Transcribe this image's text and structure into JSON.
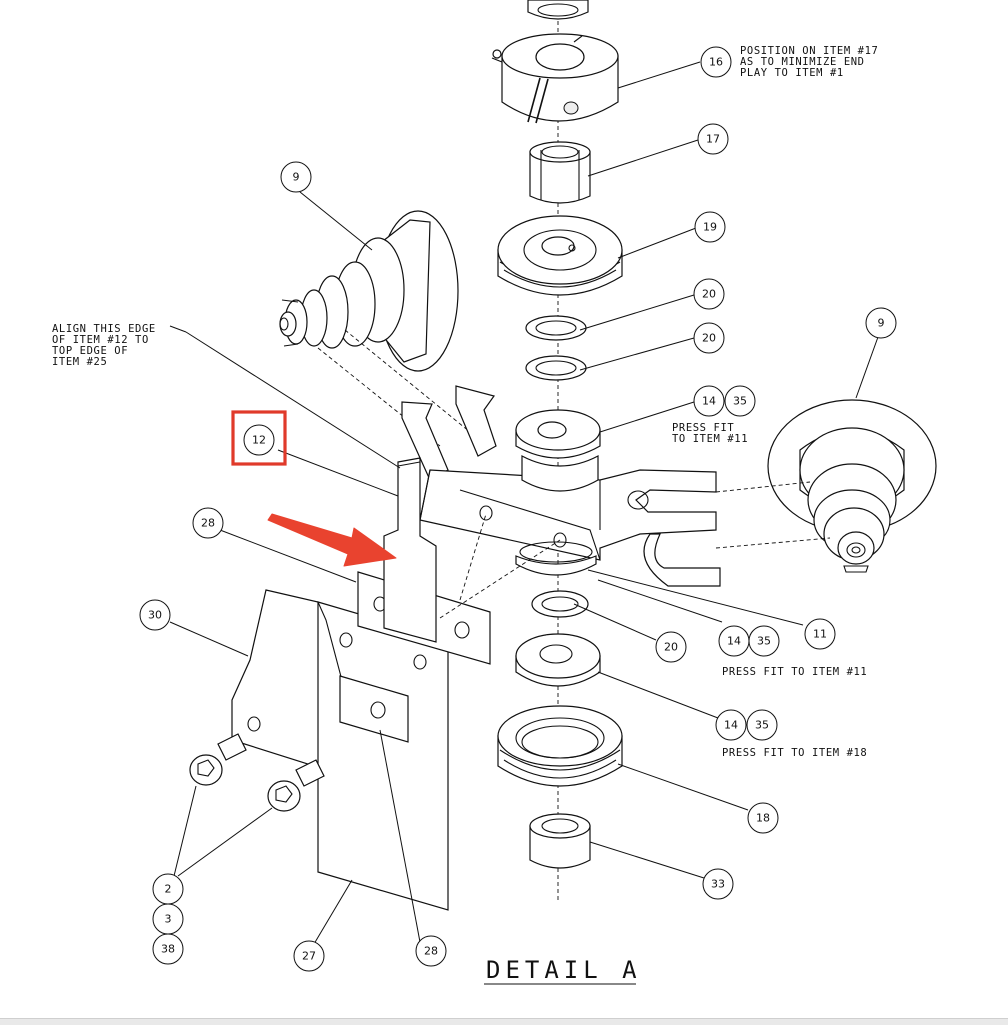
{
  "drawing": {
    "title": "DETAIL A",
    "notes": [
      [
        "POSITION ON ITEM #17",
        "AS TO MINIMIZE END",
        "PLAY TO ITEM #1"
      ],
      [
        "ALIGN THIS EDGE",
        "OF ITEM #12 TO",
        "TOP EDGE OF",
        "ITEM #25"
      ],
      [
        "PRESS FIT",
        "TO ITEM #11"
      ],
      [
        "PRESS FIT TO ITEM #11"
      ],
      [
        "PRESS FIT TO ITEM #18"
      ]
    ],
    "balloons": [
      "16",
      "17",
      "19",
      "20",
      "20",
      "14",
      "35",
      "9",
      "9",
      "12",
      "11",
      "28",
      "30",
      "20",
      "14",
      "35",
      "14",
      "35",
      "18",
      "33",
      "2",
      "3",
      "38",
      "27",
      "28"
    ],
    "highlight_color": "#e03a2a",
    "arrow_color": "#e9432f"
  }
}
